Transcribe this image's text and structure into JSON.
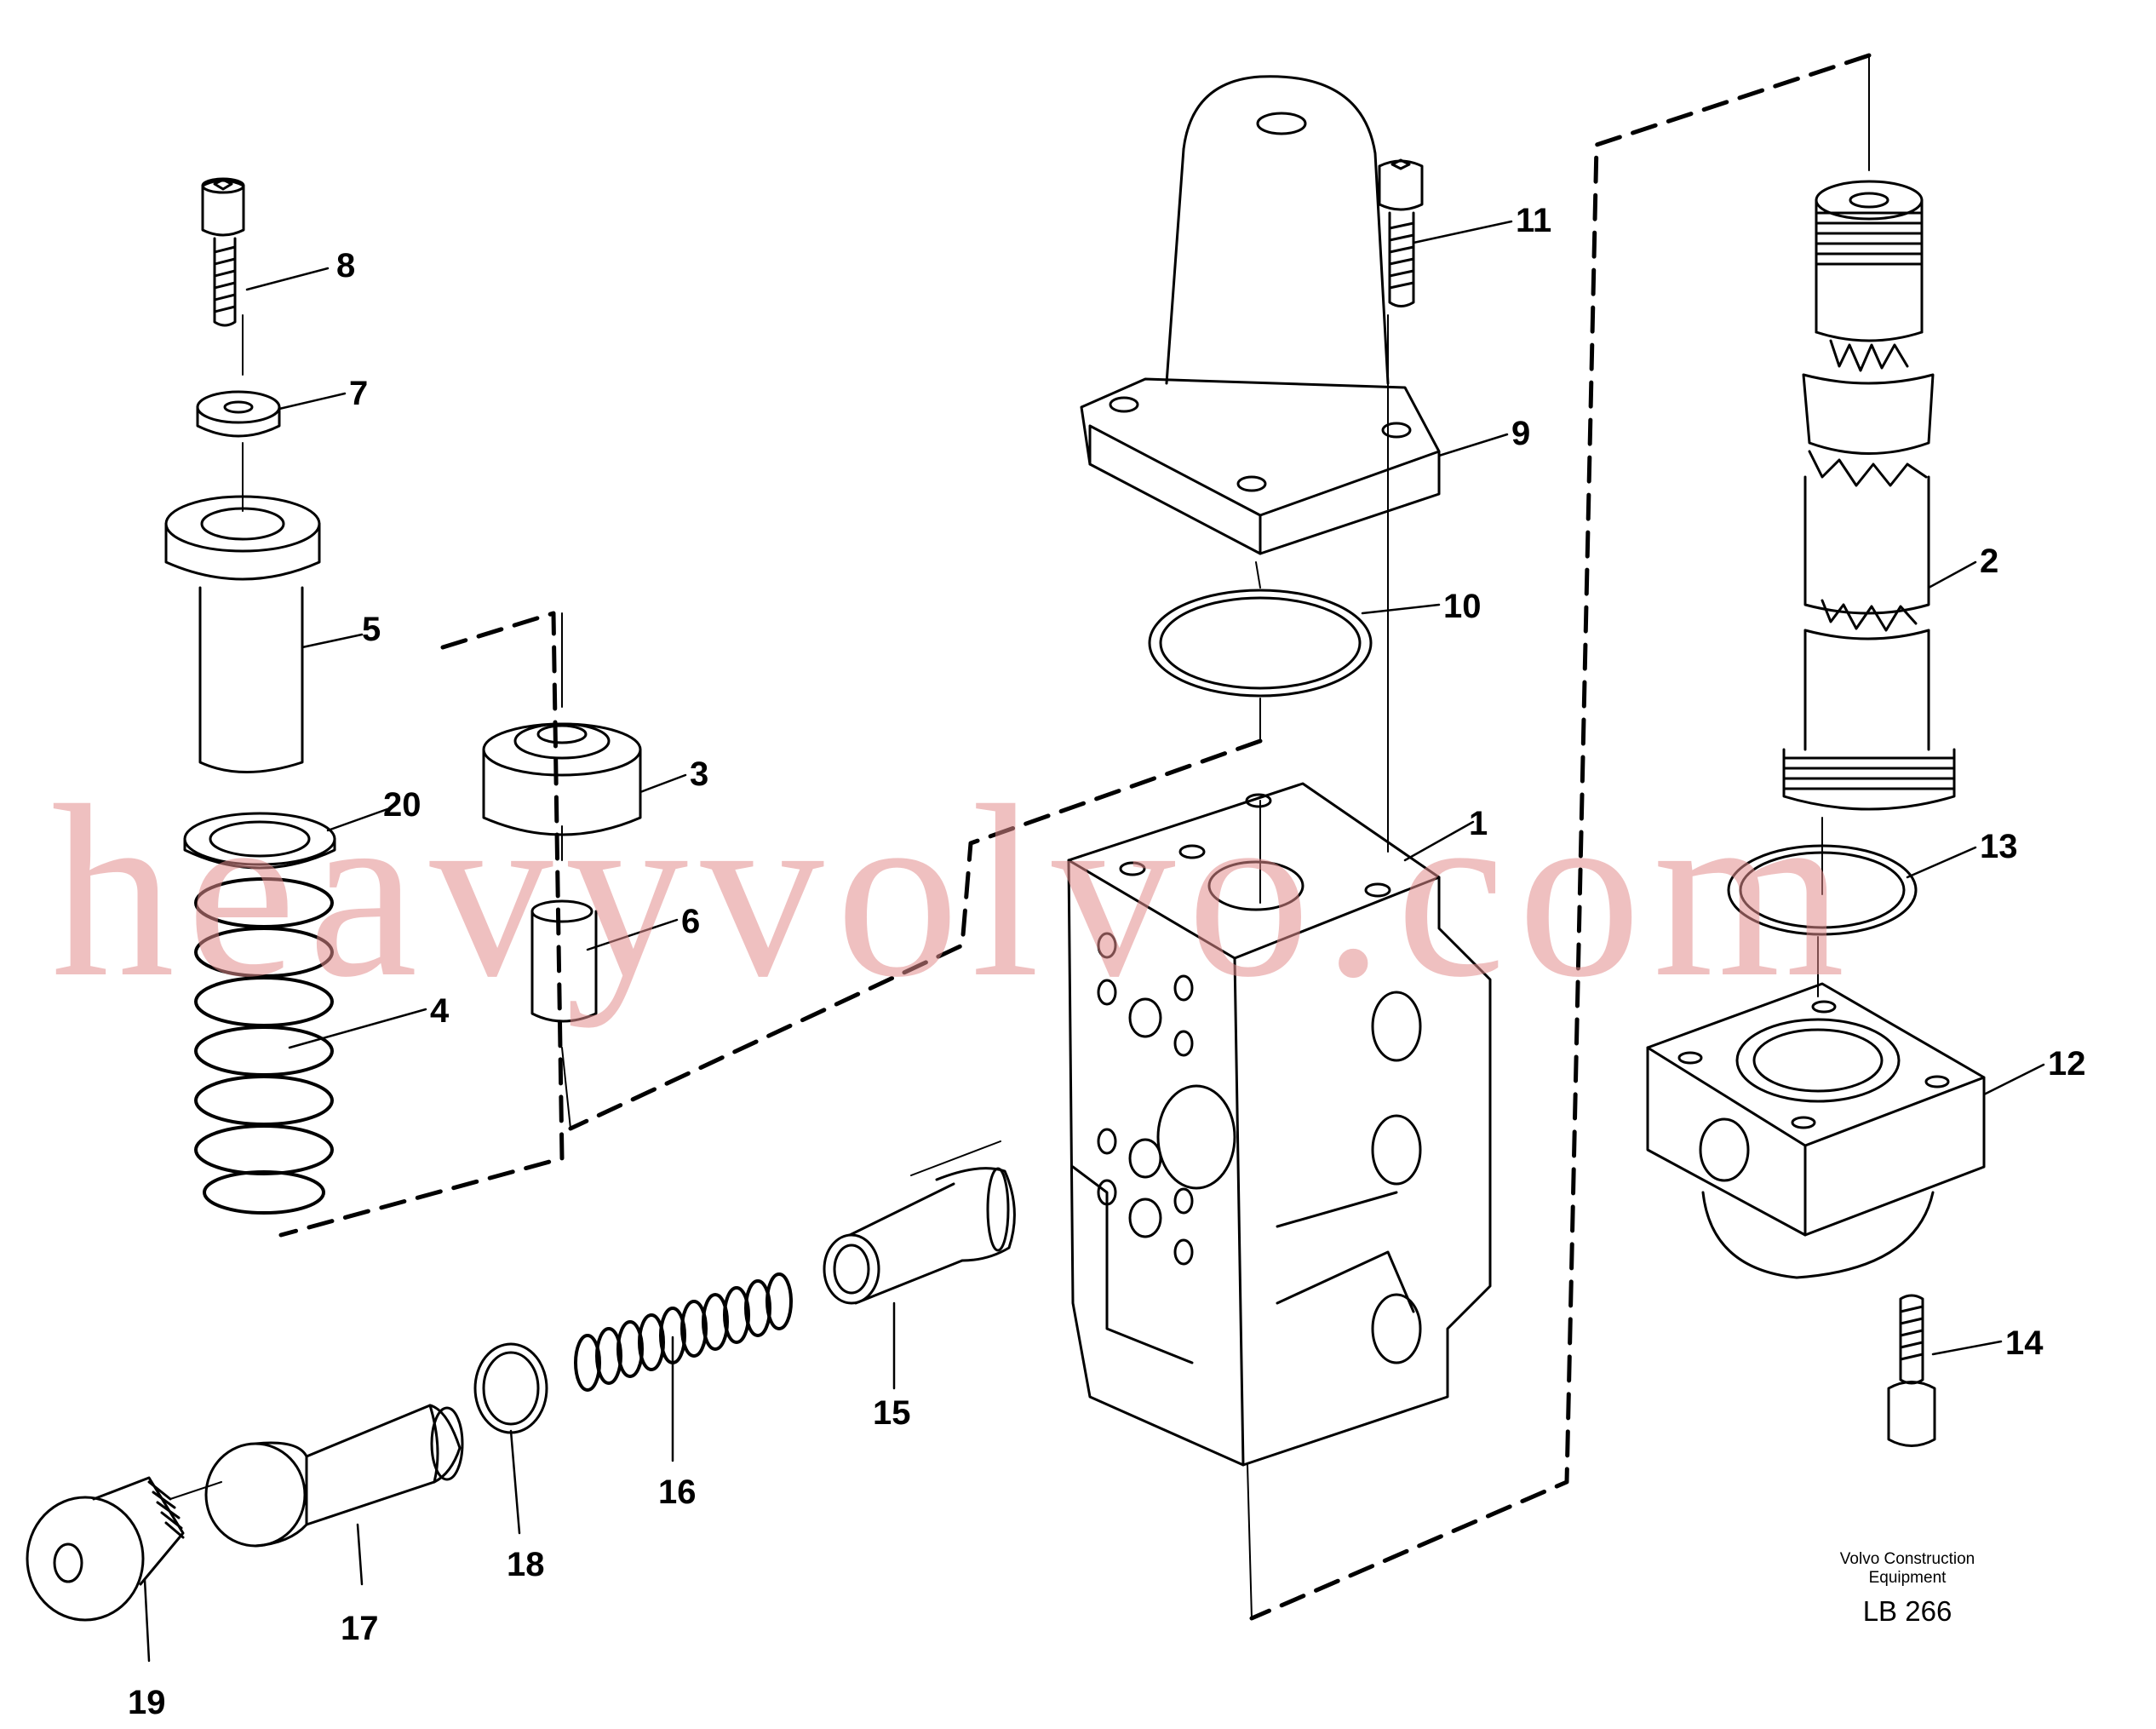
{
  "diagram": {
    "callouts": {
      "p1": "1",
      "p2": "2",
      "p3": "3",
      "p4": "4",
      "p5": "5",
      "p6": "6",
      "p7": "7",
      "p8": "8",
      "p9": "9",
      "p10": "10",
      "p11": "11",
      "p12": "12",
      "p13": "13",
      "p14": "14",
      "p15": "15",
      "p16": "16",
      "p17": "17",
      "p18": "18",
      "p19": "19",
      "p20": "20"
    },
    "credit_line1": "Volvo Construction",
    "credit_line2": "Equipment",
    "figure_code": "LB 266",
    "watermark": "heavyvolvo.com"
  },
  "colors": {
    "ink": "#000000",
    "watermark": "#e18c8c",
    "paper": "#ffffff"
  }
}
